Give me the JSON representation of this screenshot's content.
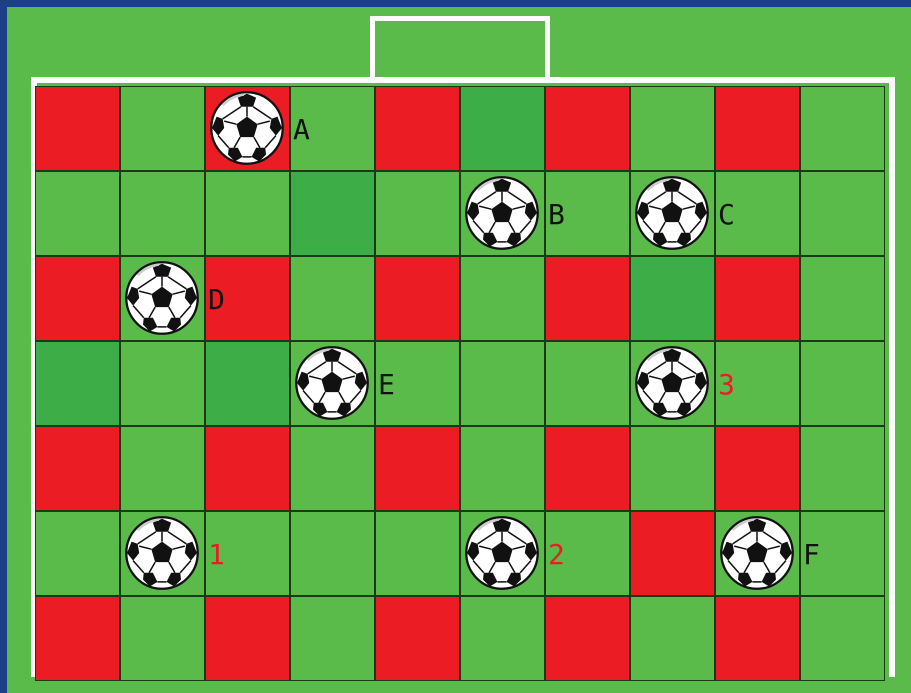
{
  "board": {
    "rows": 7,
    "cols": 10,
    "cells": [
      [
        "red",
        "green",
        "red",
        "green",
        "red",
        "darkgreen",
        "red",
        "green",
        "red",
        "green"
      ],
      [
        "green",
        "green",
        "green",
        "darkgreen",
        "green",
        "green",
        "green",
        "green",
        "green",
        "green"
      ],
      [
        "red",
        "green",
        "red",
        "green",
        "red",
        "green",
        "red",
        "darkgreen",
        "red",
        "green"
      ],
      [
        "darkgreen",
        "green",
        "darkgreen",
        "green",
        "green",
        "green",
        "green",
        "green",
        "green",
        "green"
      ],
      [
        "red",
        "green",
        "red",
        "green",
        "red",
        "green",
        "red",
        "green",
        "red",
        "green"
      ],
      [
        "green",
        "green",
        "green",
        "green",
        "green",
        "green",
        "green",
        "red",
        "green",
        "green"
      ],
      [
        "red",
        "green",
        "red",
        "green",
        "red",
        "green",
        "red",
        "green",
        "red",
        "green"
      ]
    ]
  },
  "balls": [
    {
      "label": "A",
      "row": 0,
      "col": 2,
      "label_color": "black"
    },
    {
      "label": "B",
      "row": 1,
      "col": 5,
      "label_color": "black"
    },
    {
      "label": "C",
      "row": 1,
      "col": 7,
      "label_color": "black"
    },
    {
      "label": "D",
      "row": 2,
      "col": 1,
      "label_color": "black"
    },
    {
      "label": "E",
      "row": 3,
      "col": 3,
      "label_color": "black"
    },
    {
      "label": "3",
      "row": 3,
      "col": 7,
      "label_color": "red"
    },
    {
      "label": "1",
      "row": 5,
      "col": 1,
      "label_color": "red"
    },
    {
      "label": "2",
      "row": 5,
      "col": 5,
      "label_color": "red"
    },
    {
      "label": "F",
      "row": 5,
      "col": 8,
      "label_color": "black"
    }
  ],
  "colors": {
    "grass": "#5abb4b",
    "dark_grass": "#3dae47",
    "red": "#ec1c24",
    "line": "#ffffff",
    "frame": "#1c3f86"
  },
  "icons": {
    "ball": "soccer-ball-icon"
  }
}
